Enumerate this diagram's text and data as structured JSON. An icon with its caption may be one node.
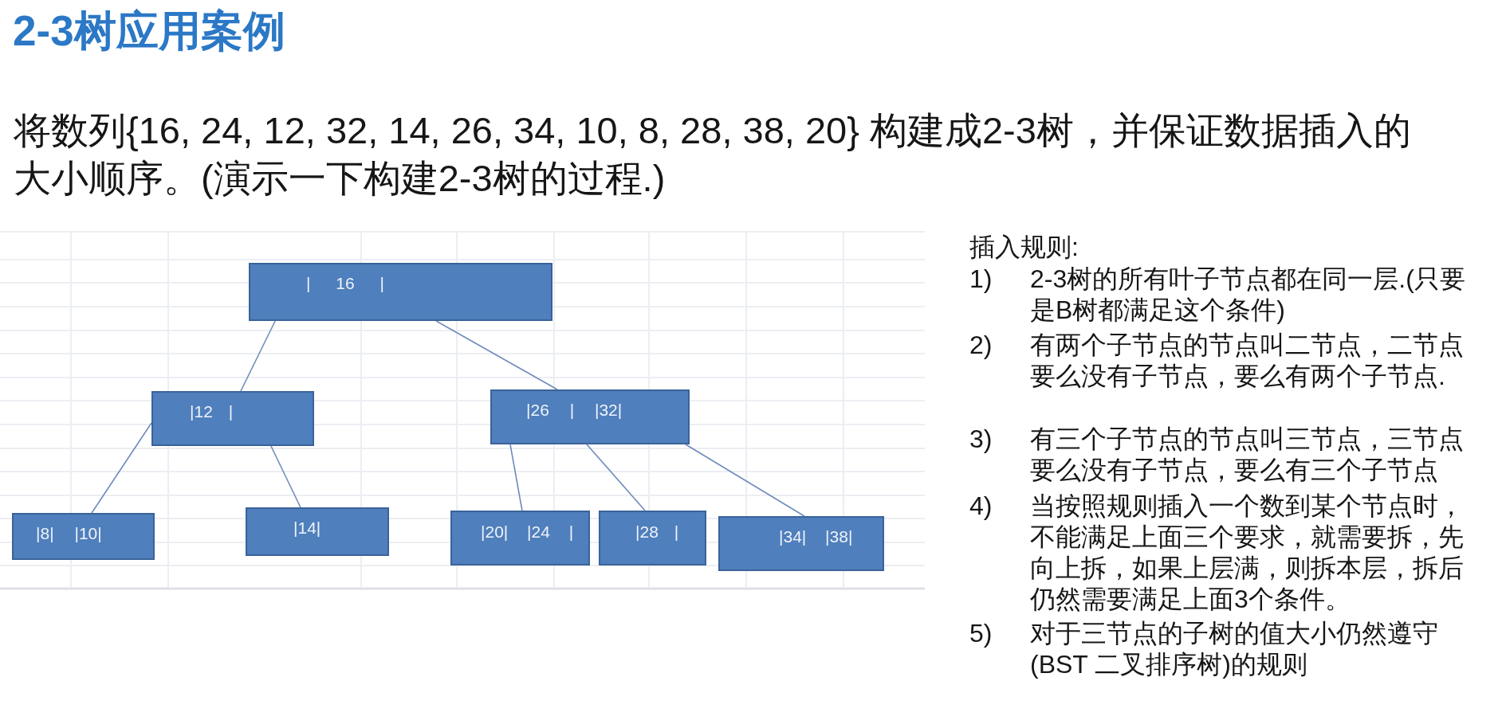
{
  "diagram": {
    "title": "2-3树应用案例",
    "nodes": [
      {
        "text": [
          "| 16 |"
        ]
      },
      {
        "text": [
          "|12 |"
        ]
      },
      {
        "text": [
          "|26 | |32|"
        ]
      },
      {
        "text": [
          "|8| |10|"
        ]
      },
      {
        "text": [
          "|14|"
        ]
      },
      {
        "text": [
          "|20| |24 |"
        ]
      },
      {
        "text": [
          "|28 |"
        ]
      },
      {
        "text": [
          "|34| |38|"
        ]
      }
    ],
    "edges": [
      {
        "from": 0,
        "to": 1,
        "arrow": "none"
      },
      {
        "from": 0,
        "to": 2,
        "arrow": "none"
      },
      {
        "from": 1,
        "to": 3,
        "arrow": "none"
      },
      {
        "from": 1,
        "to": 4,
        "arrow": "none"
      },
      {
        "from": 2,
        "to": 5,
        "arrow": "none"
      },
      {
        "from": 2,
        "to": 6,
        "arrow": "none"
      },
      {
        "from": 2,
        "to": 7,
        "arrow": "none"
      }
    ],
    "labels": [
      "将数列{16, 24, 12, 32, 14, 26, 34, 10, 8, 28, 38, 20} 构建成2-3树，并保证数据插入的大小顺序。(演示一下构建2-3树的过程.)",
      "插入规则:",
      "1)",
      "2-3树的所有叶子节点都在同一层.(只要是B树都满足这个条件)",
      "2)",
      "有两个子节点的节点叫二节点，二节点要么没有子节点，要么有两个子节点.",
      "3)",
      "有三个子节点的节点叫三节点，三节点要么没有子节点，要么有三个子节点",
      "4)",
      "当按照规则插入一个数到某个节点时，不能满足上面三个要求，就需要拆，先向上拆，如果上层满，则拆本层，拆后仍然需要满足上面3个条件。",
      "5)",
      "对于三节点的子树的值大小仍然遵守(BST 二叉排序树)的规则"
    ]
  }
}
